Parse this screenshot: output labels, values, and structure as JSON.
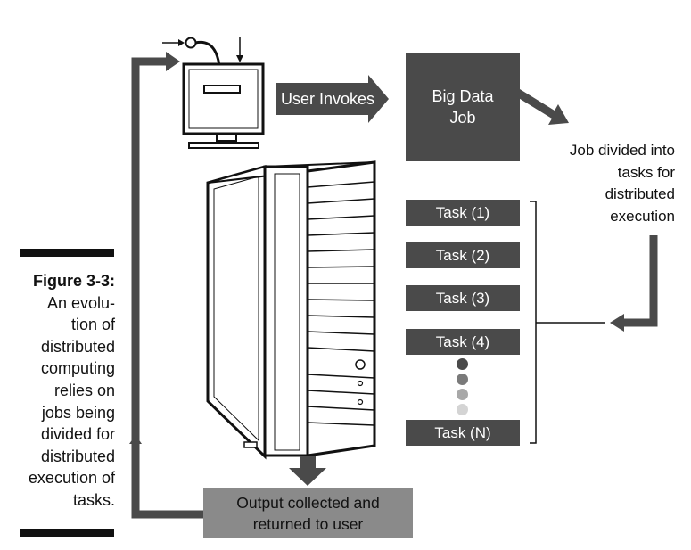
{
  "caption": {
    "figure_label": "Figure 3-3:",
    "text": "An evolu-\ntion of\ndistributed\ncomputing\nrelies on\njobs being\ndivided for\ndistributed\nexecution of\ntasks."
  },
  "labels": {
    "user_invokes": "User Invokes",
    "big_data_job": "Big Data\nJob",
    "job_divided": "Job divided into\ntasks for\ndistributed\nexecution",
    "output": "Output collected and\nreturned to user"
  },
  "tasks": [
    "Task (1)",
    "Task (2)",
    "Task (3)",
    "Task (4)",
    "Task (N)"
  ],
  "colors": {
    "dark": "#4a4a4a",
    "output_box": "#8a8a8a",
    "dots": [
      "#4a4a4a",
      "#7a7a7a",
      "#a8a8a8",
      "#d4d4d4"
    ]
  }
}
